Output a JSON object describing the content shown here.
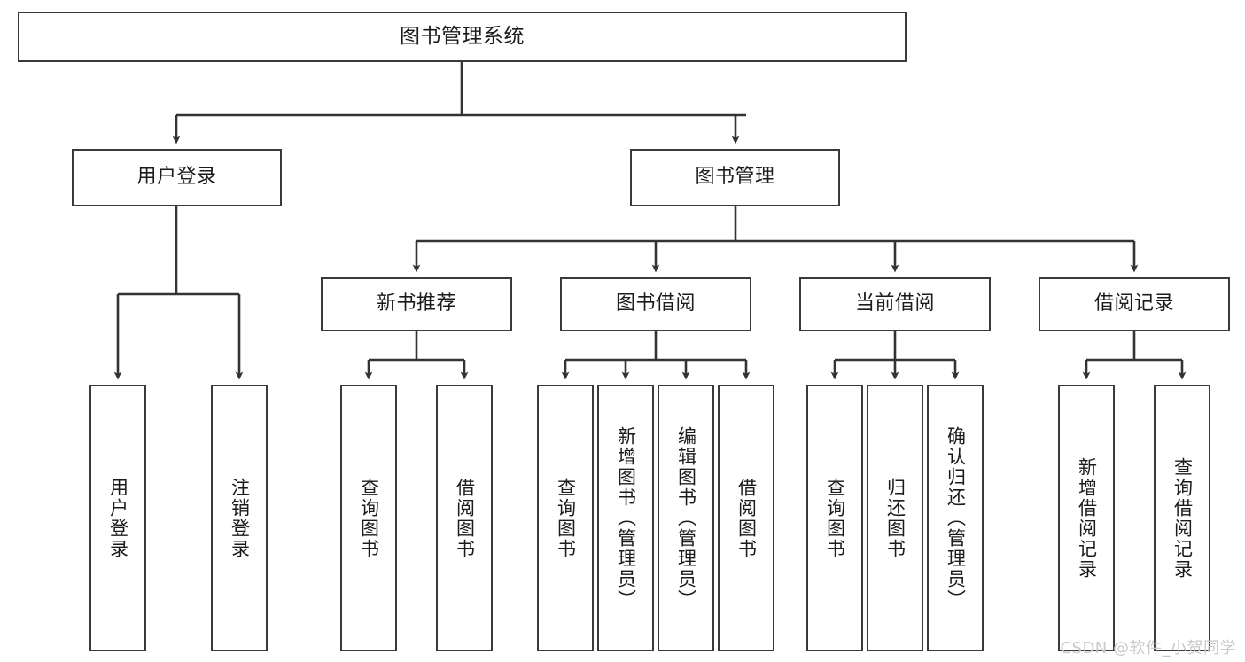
{
  "diagram": {
    "type": "tree-hierarchy",
    "title": "图书管理系统",
    "watermark": "CSDN @软件_小贺同学",
    "colors": {
      "box_border": "#3a3a3a",
      "box_fill": "#ffffff",
      "connector": "#333333",
      "text": "#1b1b1b",
      "watermark": "#c9c9c9",
      "background": "#ffffff"
    },
    "nodes": {
      "root": {
        "label": "图书管理系统"
      },
      "level2": [
        {
          "id": "user-login",
          "label": "用户登录"
        },
        {
          "id": "book-manage",
          "label": "图书管理"
        }
      ],
      "level3": [
        {
          "id": "new-book-recommend",
          "label": "新书推荐"
        },
        {
          "id": "book-borrow",
          "label": "图书借阅"
        },
        {
          "id": "current-borrow",
          "label": "当前借阅"
        },
        {
          "id": "borrow-record",
          "label": "借阅记录"
        }
      ],
      "leaves": {
        "user-login": [
          {
            "id": "leaf-user-login",
            "label": "用户登录"
          },
          {
            "id": "leaf-user-logout",
            "label": "注销登录"
          }
        ],
        "new-book-recommend": [
          {
            "id": "leaf-query-book-1",
            "label": "查询图书"
          },
          {
            "id": "leaf-borrow-book-1",
            "label": "借阅图书"
          }
        ],
        "book-borrow": [
          {
            "id": "leaf-query-book-2",
            "label": "查询图书"
          },
          {
            "id": "leaf-add-book",
            "label": "新增图书（管理员）"
          },
          {
            "id": "leaf-edit-book",
            "label": "编辑图书（管理员）"
          },
          {
            "id": "leaf-borrow-book-2",
            "label": "借阅图书"
          }
        ],
        "current-borrow": [
          {
            "id": "leaf-query-book-3",
            "label": "查询图书"
          },
          {
            "id": "leaf-return-book",
            "label": "归还图书"
          },
          {
            "id": "leaf-confirm-return",
            "label": "确认归还（管理员）"
          }
        ],
        "borrow-record": [
          {
            "id": "leaf-add-record",
            "label": "新增借阅记录"
          },
          {
            "id": "leaf-query-record",
            "label": "查询借阅记录"
          }
        ]
      }
    }
  }
}
